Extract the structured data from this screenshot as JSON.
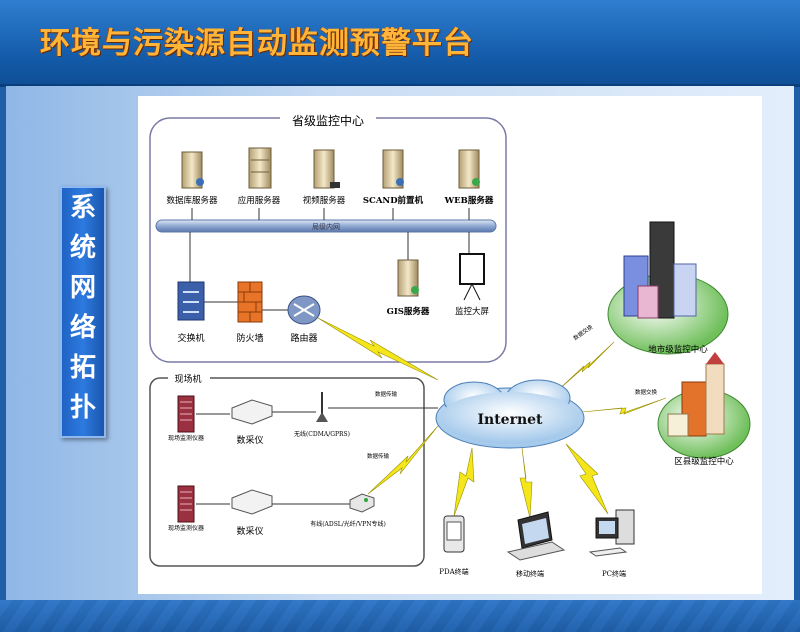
{
  "header": {
    "title": "环境与污染源自动监测预警平台"
  },
  "sidebar": {
    "chars": [
      "系",
      "统",
      "网",
      "络",
      "拓",
      "扑"
    ]
  },
  "diagram": {
    "provincial_center": "省级监控中心",
    "servers": [
      "数据库服务器",
      "应用服务器",
      "视频服务器",
      "SCAND前置机",
      "WEB服务器"
    ],
    "lan_label": "局级内网",
    "gis_server": "GIS服务器",
    "big_screen": "监控大屏",
    "switch": "交换机",
    "firewall": "防火墙",
    "router": "路由器",
    "site": "现场机",
    "monitor1": "现场监测仪器",
    "monitor2": "现场监测仪器",
    "collector1": "数采仪",
    "collector2": "数采仪",
    "wireless": "无线(CDMA/GPRS)",
    "wired": "有线(ADSL/光纤/VPN专线)",
    "data_transfer": "数据传输",
    "data_transfer2": "数据传输",
    "internet": "Internet",
    "city_center": "地市级监控中心",
    "county_center": "区县级监控中心",
    "data_exchange1": "数据交换",
    "data_exchange2": "数据交换",
    "pda": "PDA终端",
    "mobile": "移动终端",
    "pc": "PC终端"
  }
}
